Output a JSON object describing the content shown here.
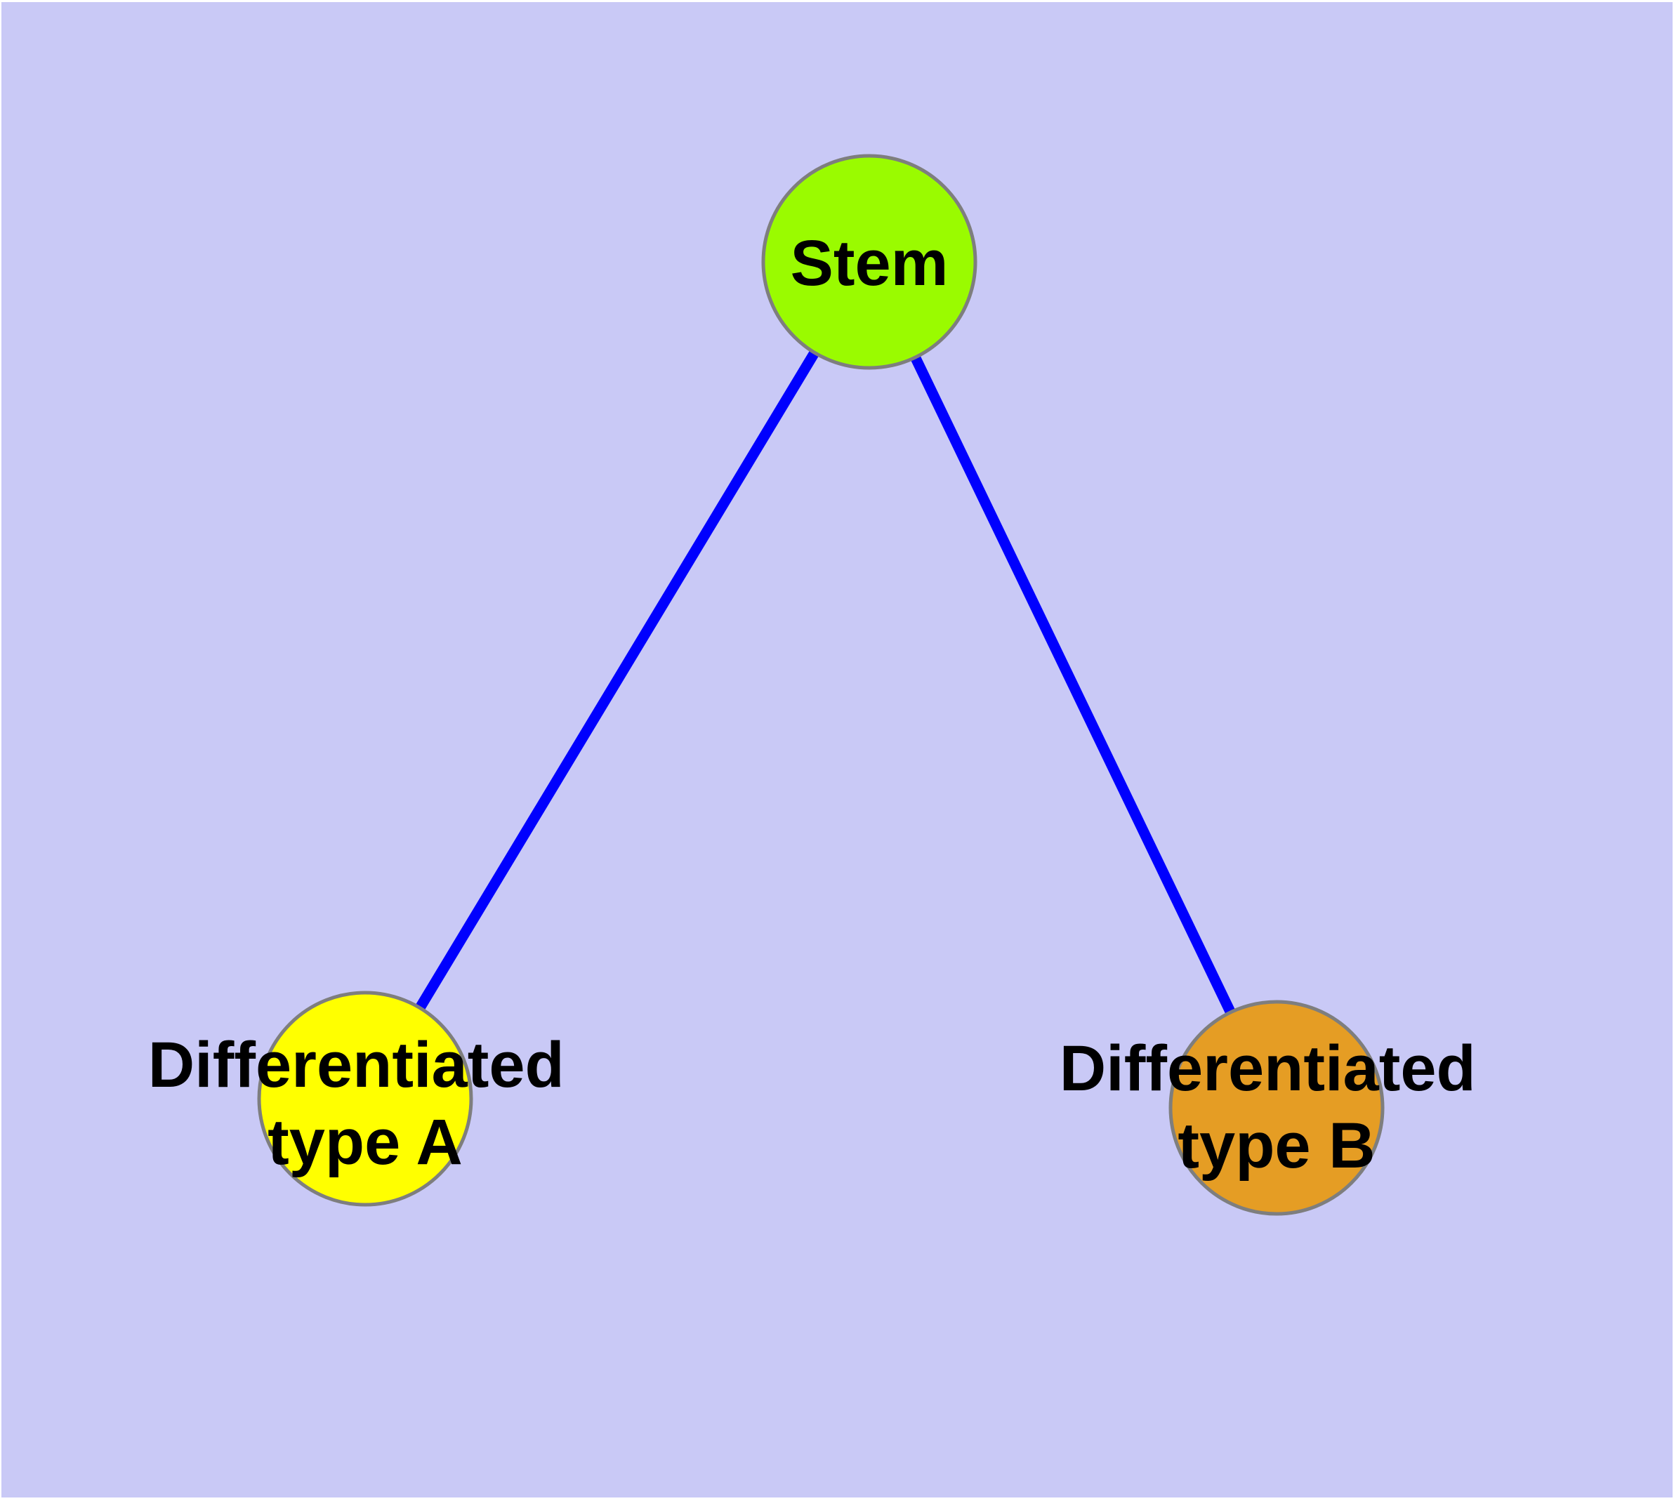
{
  "diagram": {
    "background_color": "#C9C9F6",
    "frame_color": "#FFFFFF",
    "edge_color": "#0000FE",
    "node_border_color": "#7E7E7E",
    "label_color": "#000000",
    "nodes": [
      {
        "id": "stem",
        "label": "Stem",
        "fill": "#9AFB00"
      },
      {
        "id": "differentiated-type-a",
        "label": "Differentiated type A",
        "label_lines": [
          "Differentiated",
          "type A"
        ],
        "fill": "#FFFF00"
      },
      {
        "id": "differentiated-type-b",
        "label": "Differentiated type B",
        "label_lines": [
          "Differentiated",
          "type B"
        ],
        "fill": "#E59D24"
      }
    ],
    "edges": [
      {
        "from": "stem",
        "to": "differentiated-type-a"
      },
      {
        "from": "stem",
        "to": "differentiated-type-b"
      }
    ]
  }
}
